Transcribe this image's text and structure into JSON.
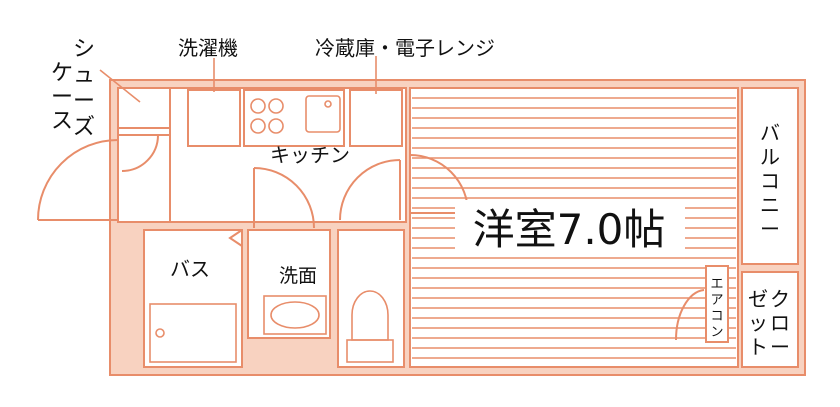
{
  "labels": {
    "shoe_case": [
      "シ",
      "ュ",
      "ー",
      "ズ",
      "ケ",
      "ー",
      "ス"
    ],
    "washer": "洗濯機",
    "fridge_microwave": "冷蔵庫・電子レンジ",
    "kitchen": "キッチン",
    "bath": "バス",
    "washroom": "洗面",
    "room": "洋室7.0帖",
    "balcony": [
      "バ",
      "ル",
      "コ",
      "ニ",
      "ー"
    ],
    "aircon": [
      "エ",
      "ア",
      "コ",
      "ン"
    ],
    "closet": [
      "ク",
      "ロ",
      "ー",
      "ゼ",
      "ッ",
      "ト"
    ]
  },
  "colors": {
    "wall": "#f8d2c0",
    "stroke": "#e88d6a",
    "text": "#111111"
  }
}
